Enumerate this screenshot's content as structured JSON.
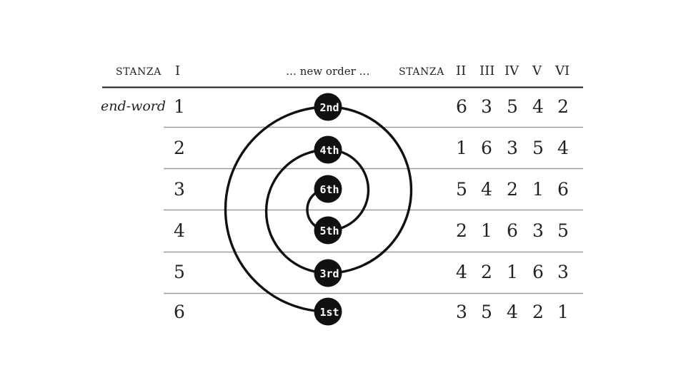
{
  "header": {
    "stanza_left": "STANZA",
    "stanza_one_numeral": "I",
    "center_caption": "… new order …",
    "stanza_right": "STANZA",
    "stanza_numerals": [
      "II",
      "III",
      "IV",
      "V",
      "VI"
    ]
  },
  "row_label": "end-word",
  "left_numbers": [
    "1",
    "2",
    "3",
    "4",
    "5",
    "6"
  ],
  "orders": [
    "2nd",
    "4th",
    "6th",
    "5th",
    "3rd",
    "1st"
  ],
  "permutation_rows": [
    [
      "6",
      "3",
      "5",
      "4",
      "2"
    ],
    [
      "1",
      "6",
      "3",
      "5",
      "4"
    ],
    [
      "5",
      "4",
      "2",
      "1",
      "6"
    ],
    [
      "2",
      "1",
      "6",
      "3",
      "5"
    ],
    [
      "4",
      "2",
      "1",
      "6",
      "3"
    ],
    [
      "3",
      "5",
      "4",
      "2",
      "1"
    ]
  ],
  "colors": {
    "ink": "#111111",
    "rule": "#9a9a9a",
    "rule_strong": "#1a1a1a",
    "badge_text": "#ffffff"
  }
}
